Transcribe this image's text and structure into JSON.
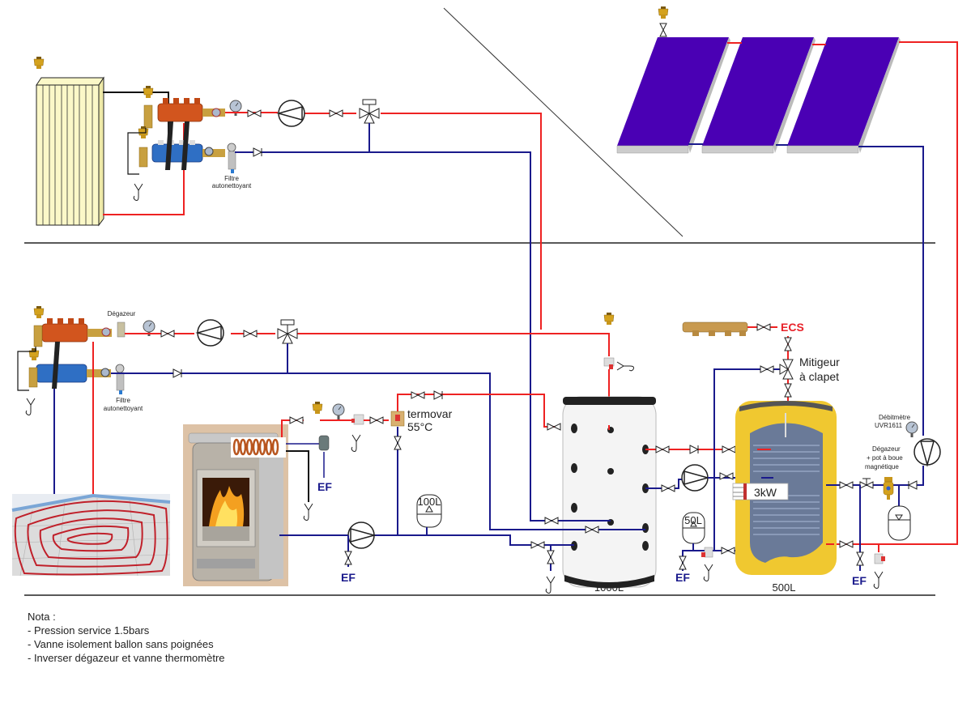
{
  "labels": {
    "degazeur": "Dégazeur",
    "filtre_top_line1": "Filtre",
    "filtre_top_line2": "autonettoyant",
    "filtre_bottom_line1": "Filtre",
    "filtre_bottom_line2": "autonettoyant",
    "termovar_line1": "termovar",
    "termovar_line2": "55°C",
    "expansion_100": "100L",
    "expansion_50": "50L",
    "tank_1000": "1000L",
    "tank_500": "500L",
    "heater": "3kW",
    "ecs": "ECS",
    "mitigeur_line1": "Mitigeur",
    "mitigeur_line2": "à clapet",
    "debitmetre_line1": "Débitmètre",
    "debitmetre_line2": "UVR1611",
    "degazeur_pot_line1": "Dégazeur",
    "degazeur_pot_line2": "+ pot à boue",
    "degazeur_pot_line3": "magnétique",
    "ef_stove": "EF",
    "ef_pump": "EF",
    "ef_50": "EF",
    "ef_500": "EF"
  },
  "notes": {
    "title": "Nota :",
    "items": [
      "- Pression service 1.5bars",
      "- Vanne isolement ballon sans poignées",
      "- Inverser dégazeur et vanne thermomètre"
    ]
  },
  "colors": {
    "hot_pipe": "#ee2222",
    "cold_pipe": "#1a1a8c",
    "solar_panel": "#4a00b4",
    "radiator": "#fbf8c8",
    "ef_label": "#1a1a8c",
    "ecs_label": "#e8222a"
  },
  "icons": {
    "pump": "circulator-pump-icon",
    "valve": "gate-valve-icon",
    "check_valve": "check-valve-icon",
    "three_way_valve": "three-way-valve-icon",
    "air_vent": "air-vent-icon",
    "pressure_gauge": "pressure-gauge-icon",
    "drain": "drain-siphon-icon"
  }
}
